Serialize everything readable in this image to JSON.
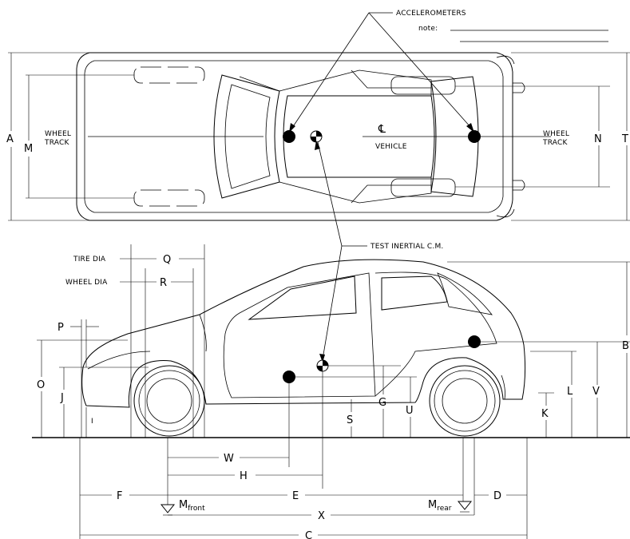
{
  "callouts": {
    "accelerometers": "ACCELEROMETERS",
    "note": "note:",
    "test_inertial_cm": "TEST INERTIAL C.M.",
    "wheel_track_left_1": "WHEEL",
    "wheel_track_left_2": "TRACK",
    "wheel_track_right_1": "WHEEL",
    "wheel_track_right_2": "TRACK",
    "centerline": "℄",
    "vehicle": "VEHICLE",
    "tire_dia": "TIRE DIA",
    "wheel_dia": "WHEEL DIA"
  },
  "dimensions": {
    "A": "A",
    "M": "M",
    "N": "N",
    "T": "T",
    "Q": "Q",
    "R": "R",
    "P": "P",
    "O": "O",
    "J": "J",
    "I": "I",
    "B": "B",
    "L": "L",
    "V": "V",
    "K": "K",
    "S": "S",
    "G": "G",
    "U": "U",
    "W": "W",
    "H": "H",
    "F": "F",
    "E": "E",
    "D": "D",
    "X": "X",
    "C": "C",
    "m_front_main": "M",
    "m_front_sub": "front",
    "m_rear_main": "M",
    "m_rear_sub": "rear"
  }
}
